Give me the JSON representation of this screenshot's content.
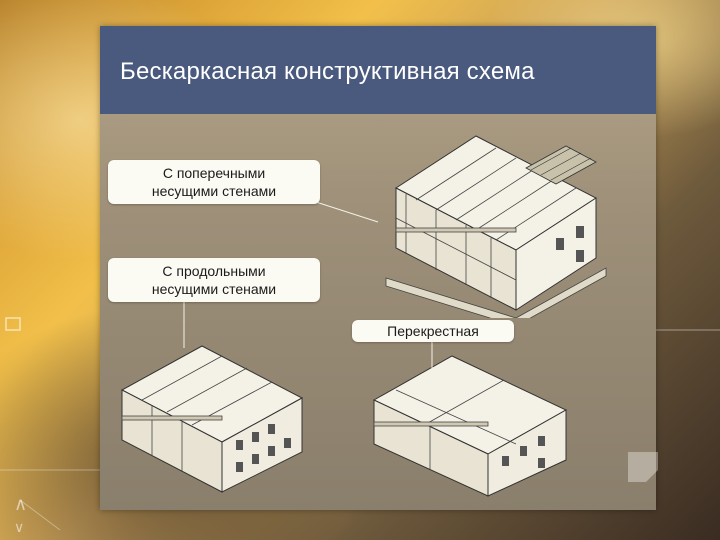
{
  "slide": {
    "title": "Бескаркасная конструктивная схема"
  },
  "labels": {
    "transverse": {
      "line1": "С поперечными",
      "line2": "несущими стенами"
    },
    "longitudinal": {
      "line1": "С продольными",
      "line2": "несущими стенами"
    },
    "cross": "Перекрестная"
  },
  "colors": {
    "title_bar": "#4a5a7e",
    "panel": "#a8997f",
    "label_bg": "#fbfaf3"
  }
}
